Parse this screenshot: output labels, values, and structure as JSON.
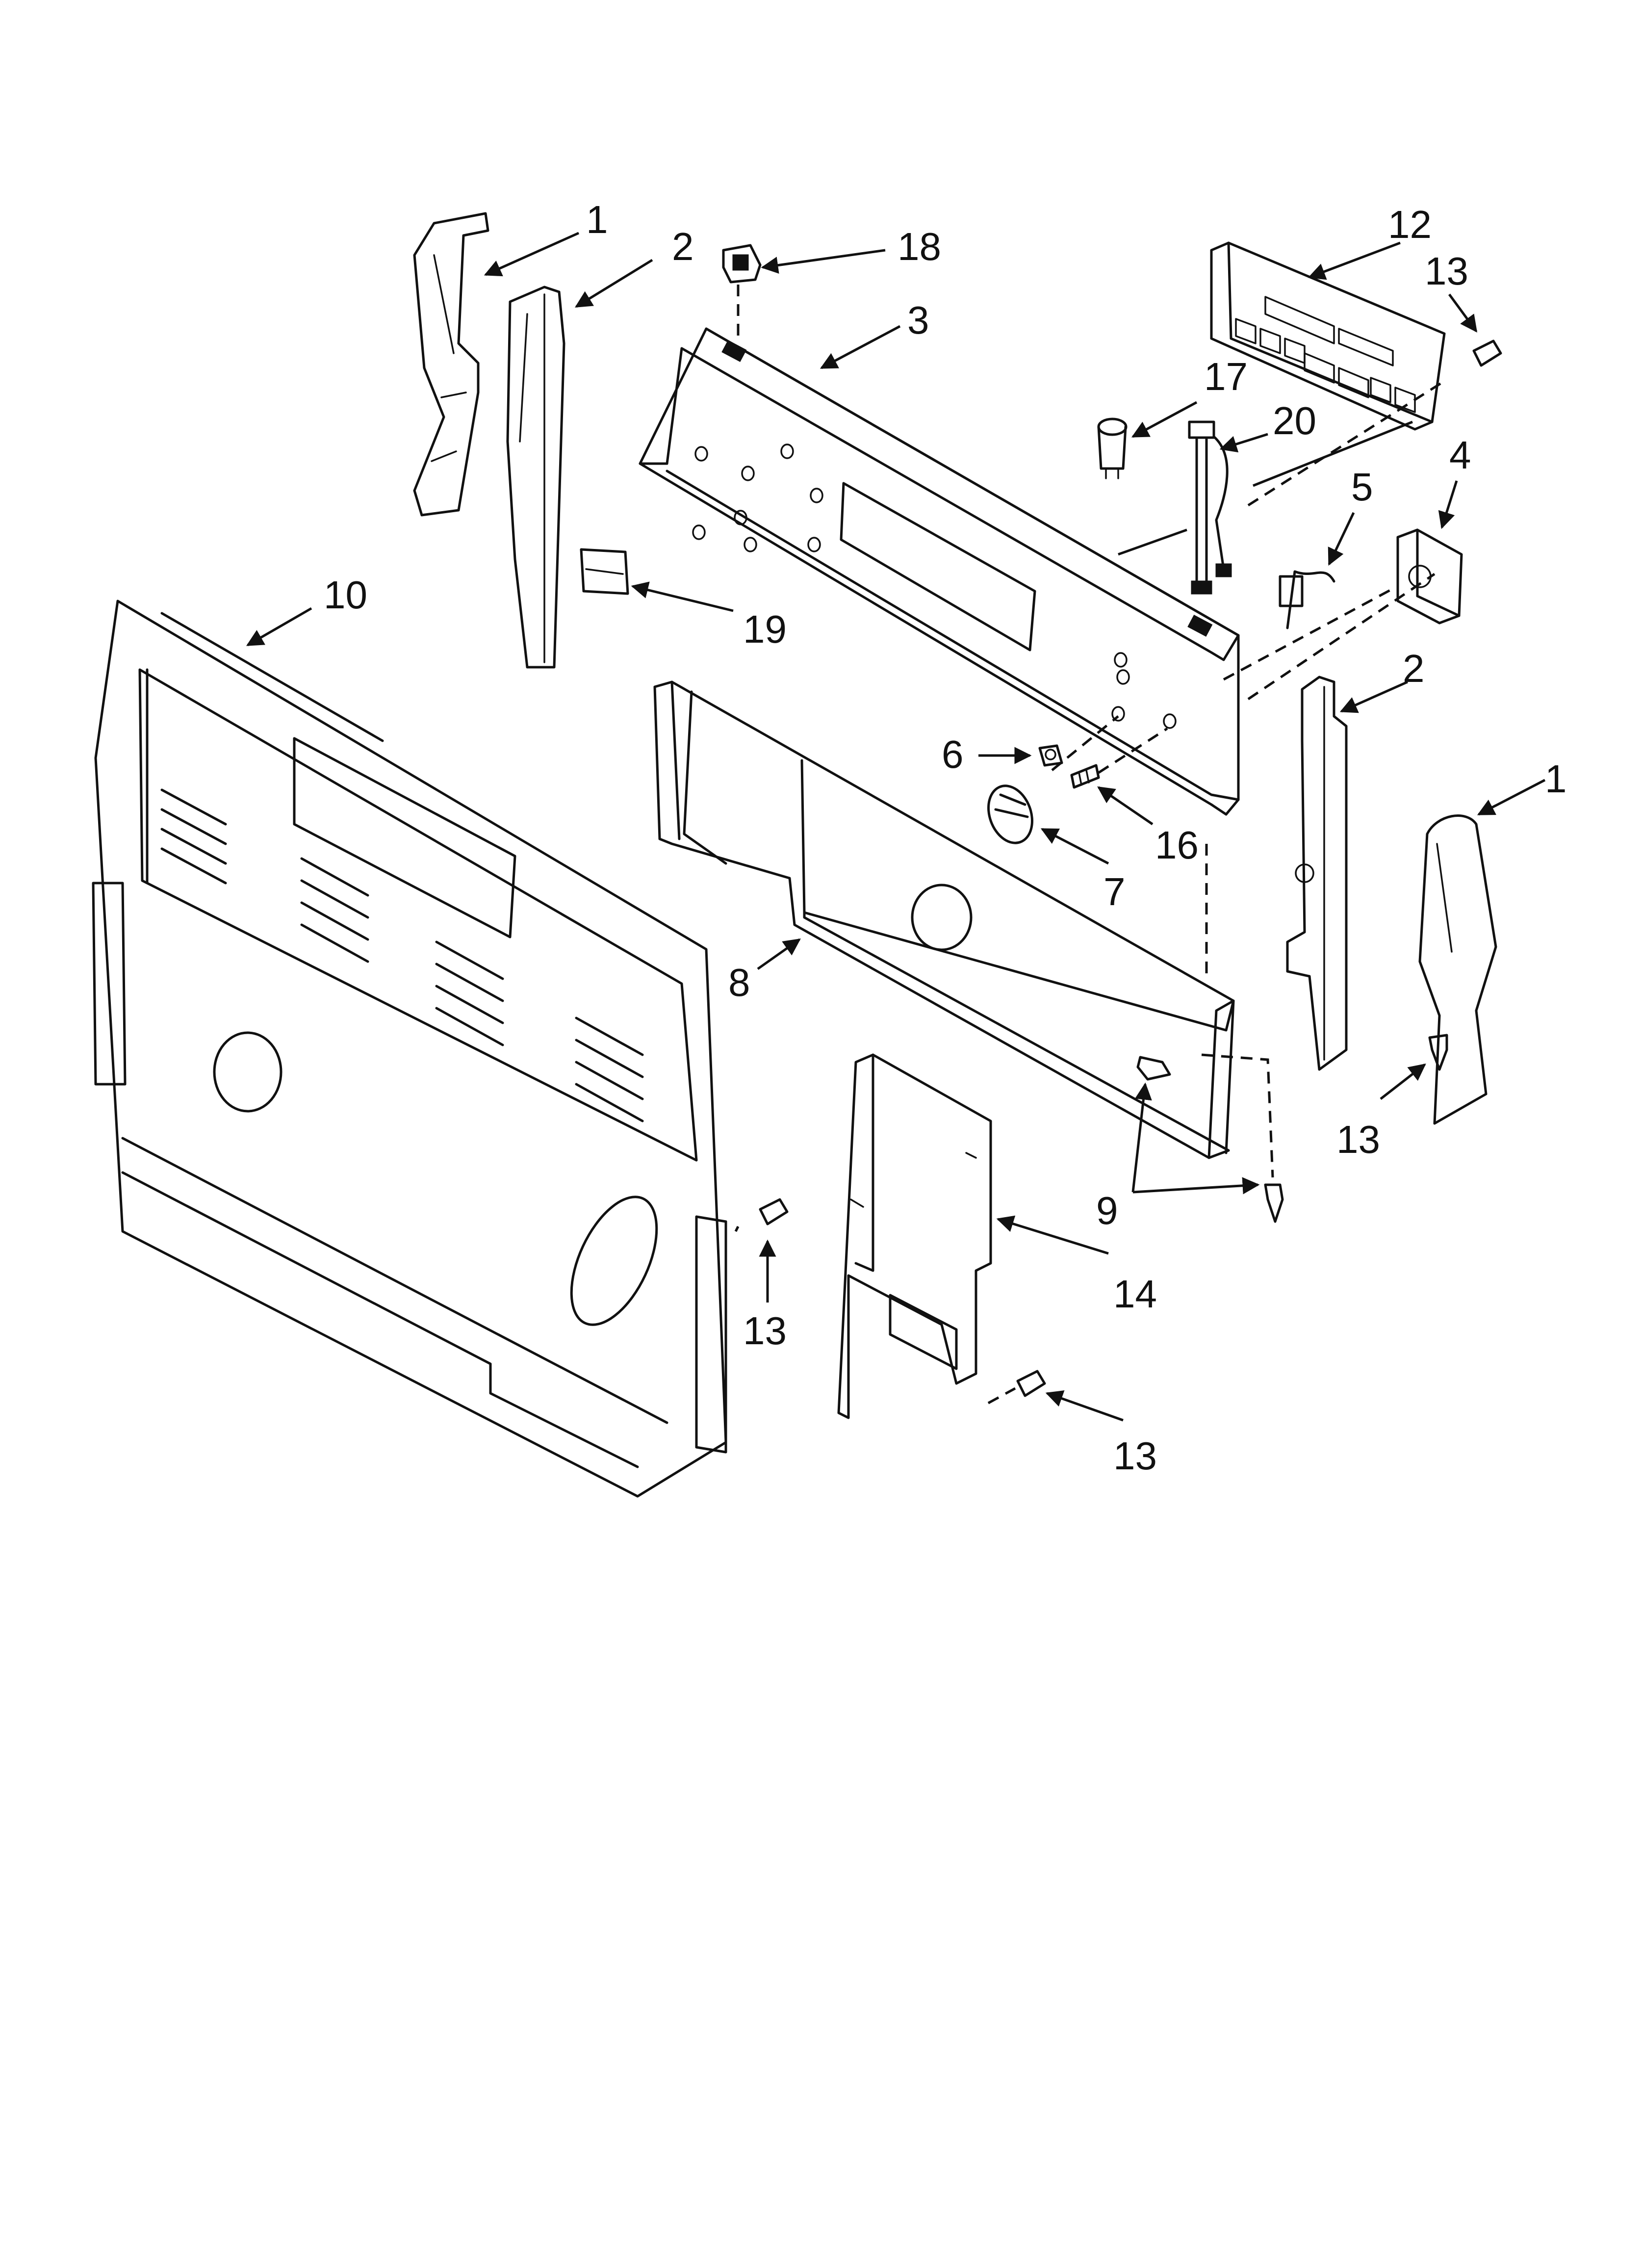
{
  "diagram": {
    "type": "exploded-parts-diagram",
    "callouts": [
      {
        "id": "c1a",
        "label": "1"
      },
      {
        "id": "c2a",
        "label": "2"
      },
      {
        "id": "c18",
        "label": "18"
      },
      {
        "id": "c3",
        "label": "3"
      },
      {
        "id": "c12",
        "label": "12"
      },
      {
        "id": "c13a",
        "label": "13"
      },
      {
        "id": "c17",
        "label": "17"
      },
      {
        "id": "c20",
        "label": "20"
      },
      {
        "id": "c4",
        "label": "4"
      },
      {
        "id": "c5",
        "label": "5"
      },
      {
        "id": "c10",
        "label": "10"
      },
      {
        "id": "c19",
        "label": "19"
      },
      {
        "id": "c2b",
        "label": "2"
      },
      {
        "id": "c1b",
        "label": "1"
      },
      {
        "id": "c6",
        "label": "6"
      },
      {
        "id": "c16",
        "label": "16"
      },
      {
        "id": "c7",
        "label": "7"
      },
      {
        "id": "c8",
        "label": "8"
      },
      {
        "id": "c13b",
        "label": "13"
      },
      {
        "id": "c9",
        "label": "9"
      },
      {
        "id": "c13c",
        "label": "13"
      },
      {
        "id": "c14",
        "label": "14"
      },
      {
        "id": "c13d",
        "label": "13"
      }
    ]
  }
}
